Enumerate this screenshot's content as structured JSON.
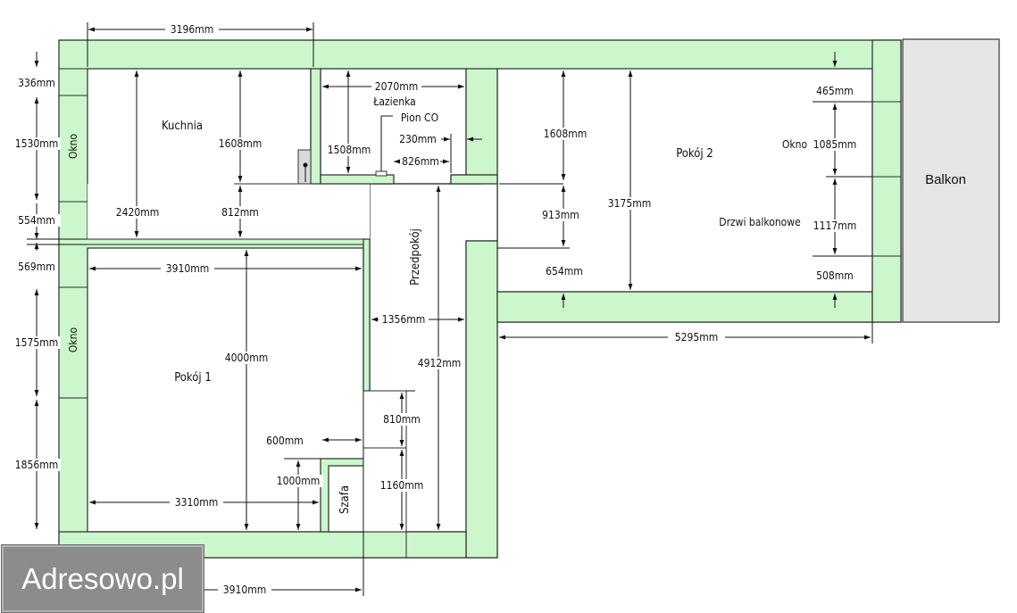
{
  "rooms": {
    "kuchnia": "Kuchnia",
    "lazienka": "Łazienka",
    "pion_co": "Pion CO",
    "przedpokoj": "Przedpokój",
    "pokoj1": "Pokój 1",
    "pokoj2": "Pokój 2",
    "szafa": "Szafa",
    "balkon": "Balkon"
  },
  "labels": {
    "okno_top": "Okno",
    "okno_bottom": "Okno",
    "okno_right": "Okno",
    "drzwi_balkonowe": "Drzwi balkonowe"
  },
  "dimensions": {
    "d3196": "3196mm",
    "d336": "336mm",
    "d1530": "1530mm",
    "d554": "554mm",
    "d569": "569mm",
    "d1575": "1575mm",
    "d1856": "1856mm",
    "d2420": "2420mm",
    "d1608k": "1608mm",
    "d812": "812mm",
    "d2070": "2070mm",
    "d1508": "1508mm",
    "d230": "230mm",
    "d826": "826mm",
    "d1608p": "1608mm",
    "d913": "913mm",
    "d3175": "3175mm",
    "d654": "654mm",
    "d465": "465mm",
    "d1085": "1085mm",
    "d1117": "1117mm",
    "d508": "508mm",
    "d3910a": "3910mm",
    "d4000": "4000mm",
    "d1356": "1356mm",
    "d4912": "4912mm",
    "d5295": "5295mm",
    "d810": "810mm",
    "d600": "600mm",
    "d1000": "1000mm",
    "d1160": "1160mm",
    "d3310": "3310mm",
    "d3910b": "3910mm"
  },
  "watermark": "Adresowo.pl"
}
